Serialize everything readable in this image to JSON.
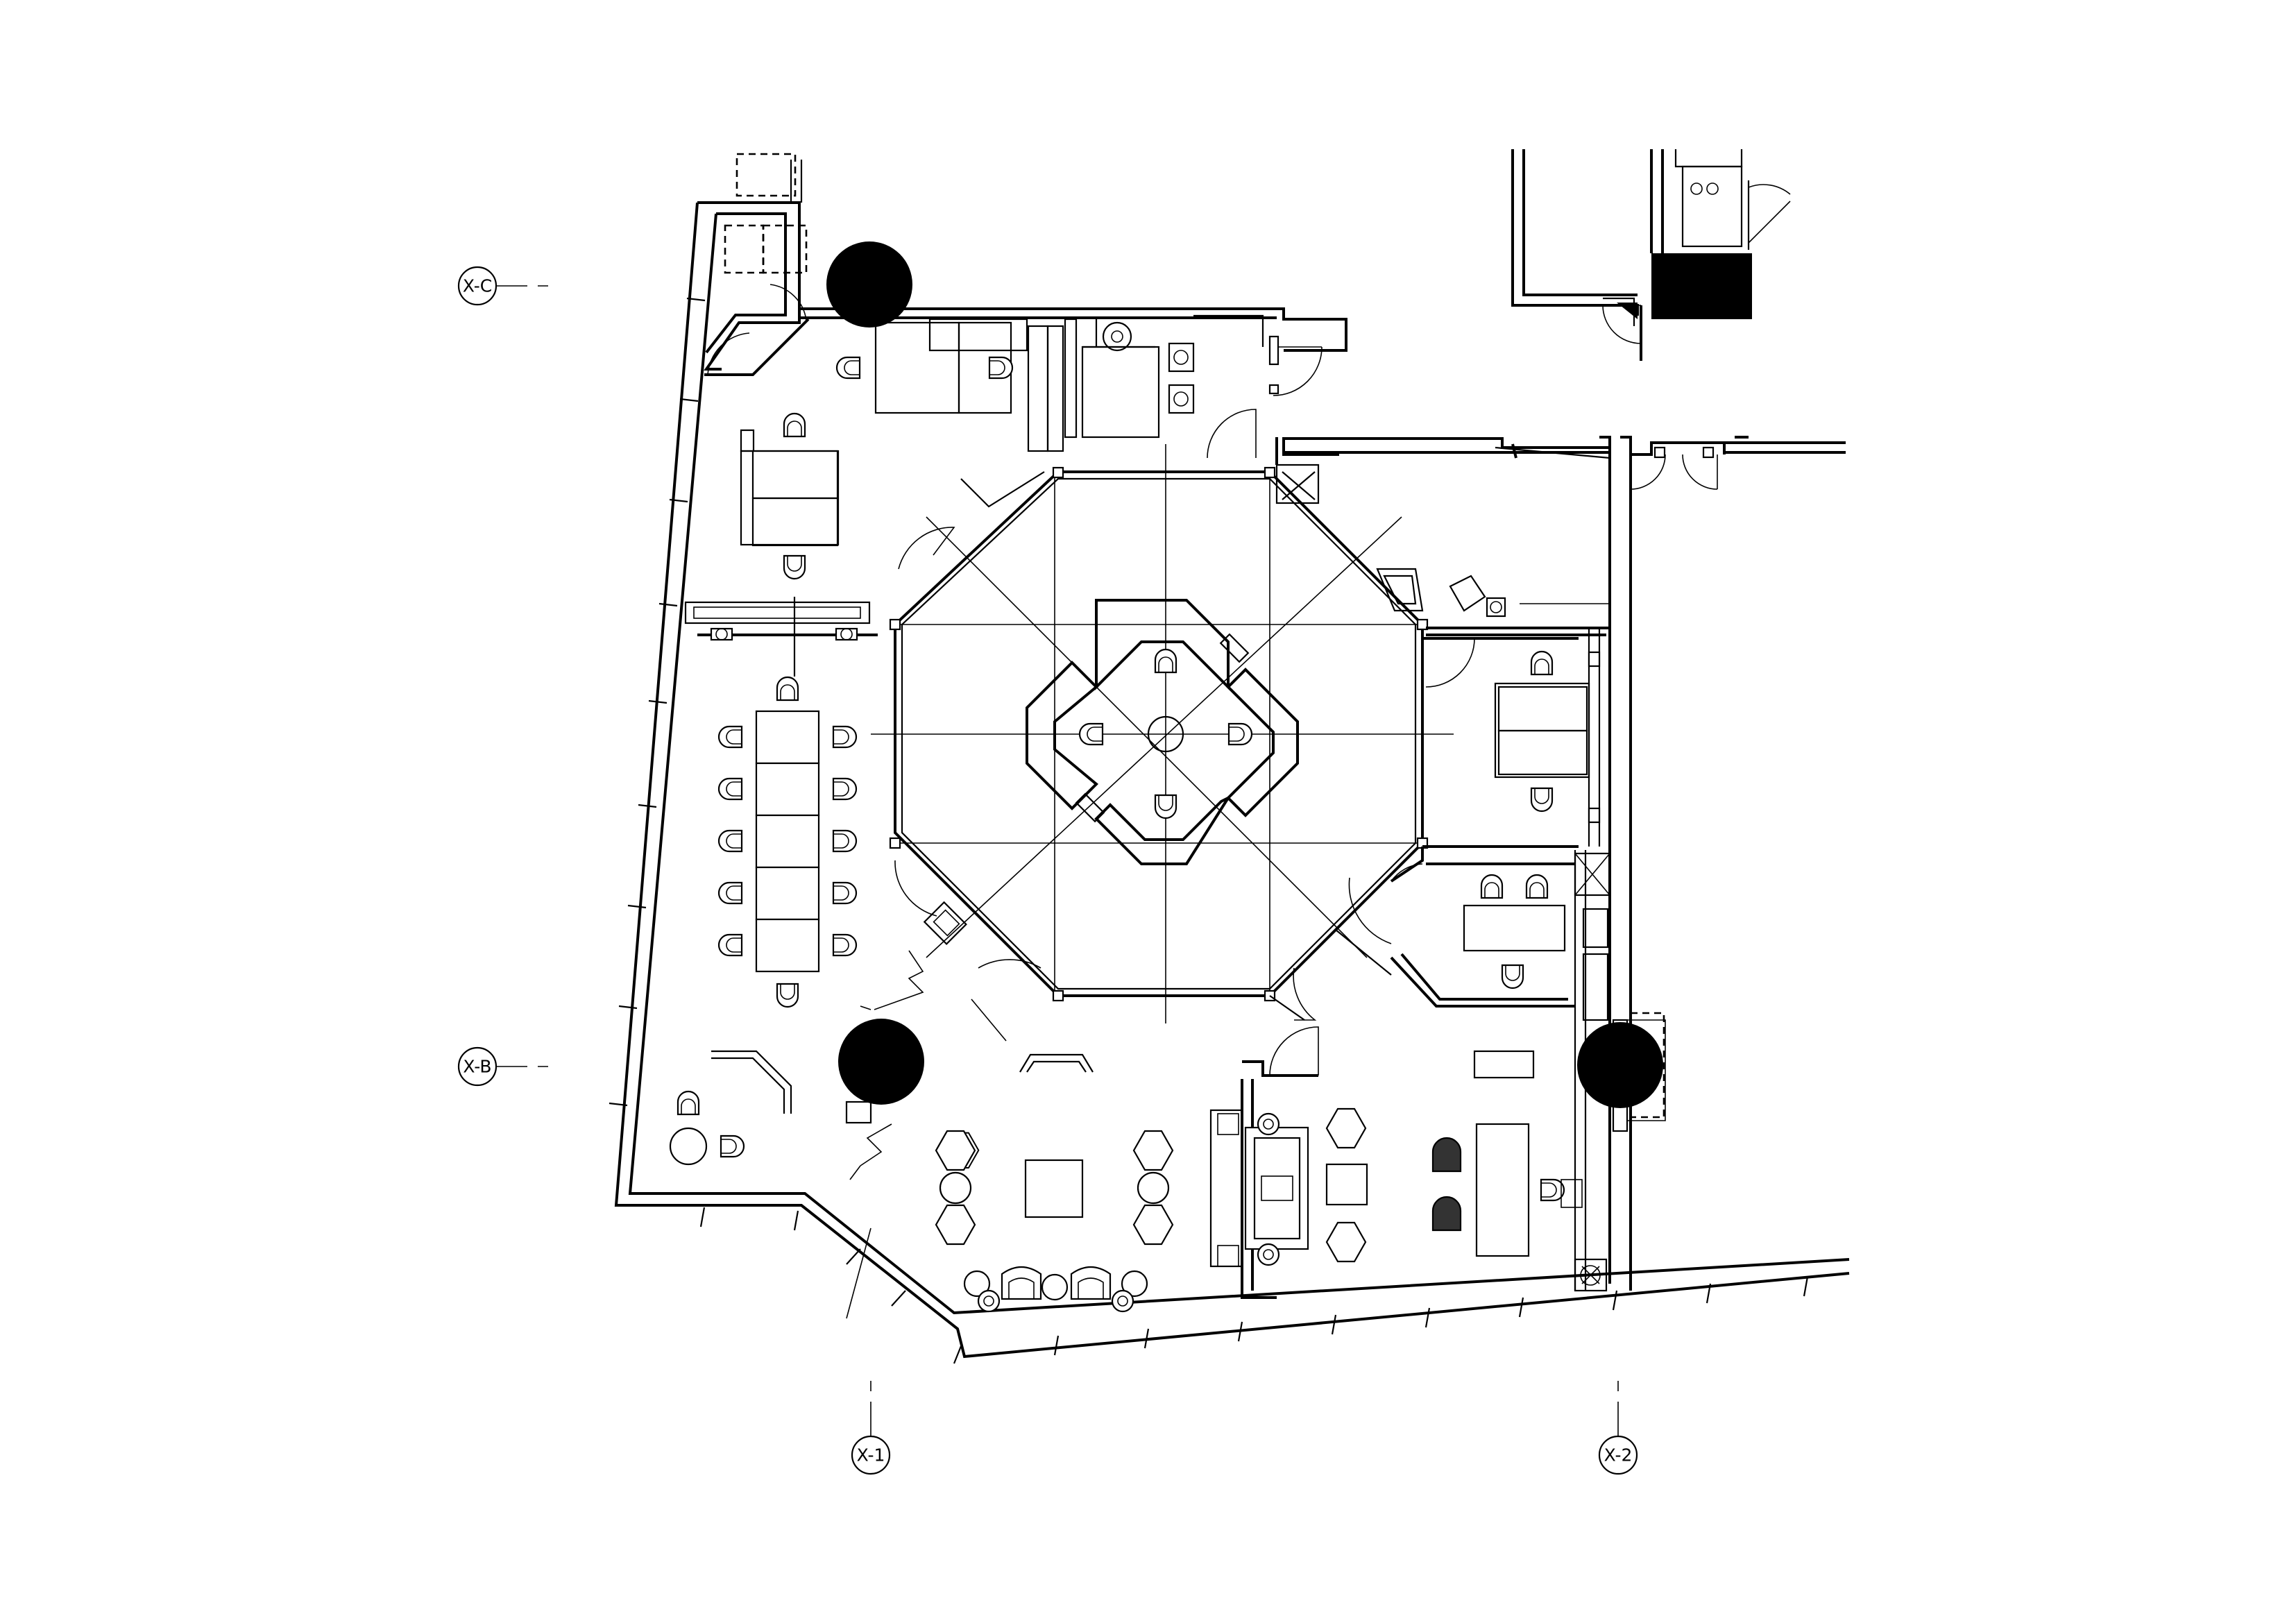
{
  "grid_markers": {
    "xc": "X-C",
    "xb": "X-B",
    "x1": "X-1",
    "x2": "X-2"
  }
}
